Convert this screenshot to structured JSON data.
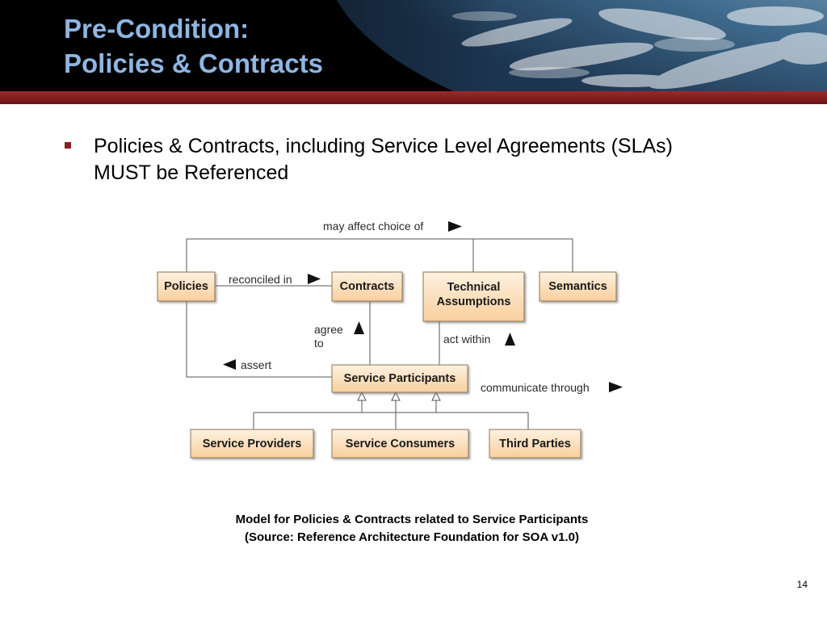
{
  "title": {
    "line1": "Pre-Condition:",
    "line2": "Policies & Contracts"
  },
  "bullet": {
    "line1": "Policies & Contracts, including Service Level Agreements (SLAs)",
    "line2": "MUST be Referenced"
  },
  "diagram": {
    "boxes": {
      "policies": "Policies",
      "contracts": "Contracts",
      "technical_line1": "Technical",
      "technical_line2": "Assumptions",
      "semantics": "Semantics",
      "service_participants": "Service Participants",
      "service_providers": "Service Providers",
      "service_consumers": "Service Consumers",
      "third_parties": "Third Parties"
    },
    "labels": {
      "may_affect": "may affect choice of",
      "reconciled_in": "reconciled in",
      "agree": "agree",
      "to": "to",
      "act_within": "act within",
      "assert": "assert",
      "communicate_through": "communicate through"
    }
  },
  "caption": {
    "line1": "Model for Policies & Contracts related to Service Participants",
    "line2": "(Source:  Reference Architecture Foundation for SOA v1.0)"
  },
  "page_number": "14",
  "colors": {
    "title_text": "#8fb6e2",
    "header_background": "#000000",
    "red_bar": "#8b1c1f",
    "box_fill_top": "#fef1e0",
    "box_fill_bottom": "#f8cf9e"
  }
}
